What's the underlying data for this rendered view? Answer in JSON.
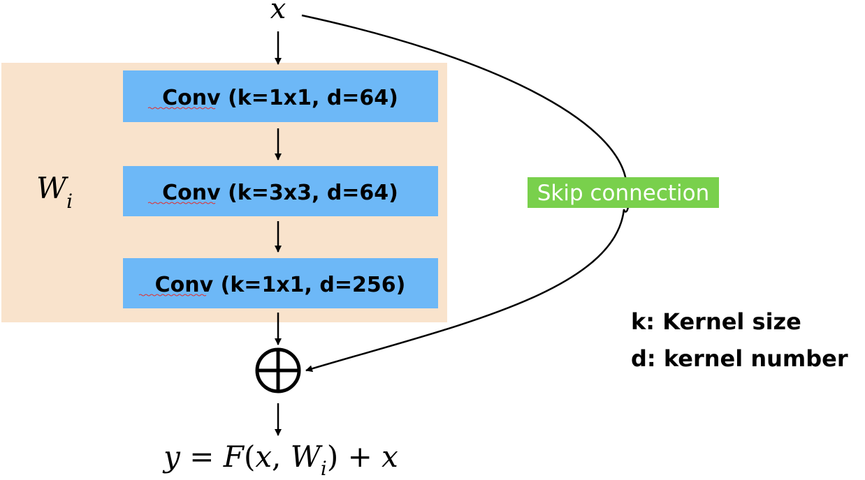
{
  "input": {
    "var": "x"
  },
  "block": {
    "weight_symbol": "W",
    "weight_subscript": "i",
    "layers": [
      {
        "conv_word": "Conv",
        "params": " (k=1x1, d=64)"
      },
      {
        "conv_word": "Conv",
        "params": " (k=3x3, d=64)"
      },
      {
        "conv_word": "Conv",
        "params": " (k=1x1, d=256)"
      }
    ]
  },
  "skip": {
    "label": "Skip connection"
  },
  "output": {
    "lhs": "y",
    "eq": " = ",
    "func": "F",
    "open": "(",
    "arg1": "x",
    "comma": ", ",
    "arg2": "W",
    "arg2_sub": "i",
    "close": ")",
    "plus": " + ",
    "x": "x"
  },
  "legend": {
    "line1": "k: Kernel size",
    "line2": "d: kernel number"
  },
  "colors": {
    "block_bg": "#f9e3cc",
    "conv_fill": "#6db8f7",
    "skip_fill": "#79d04c",
    "skip_text": "#ffffff",
    "stroke": "#000000",
    "underline": "#e03030"
  }
}
